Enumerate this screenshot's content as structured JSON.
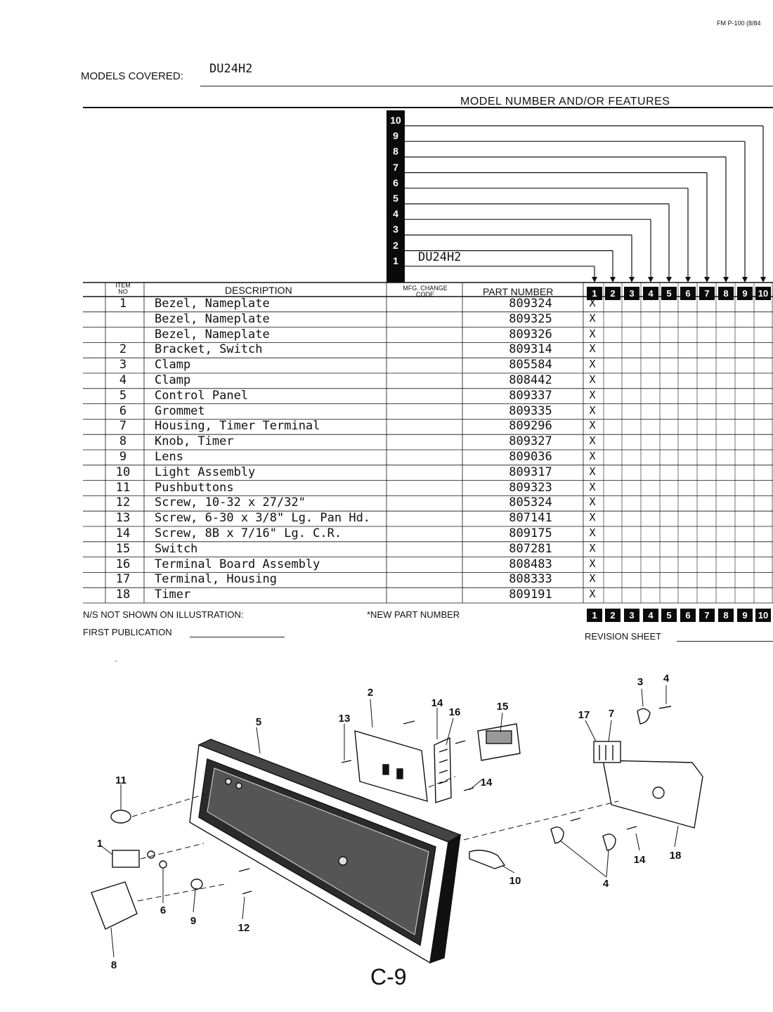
{
  "form_id": "FM P-100 (8/84",
  "models_covered": {
    "label": "MODELS COVERED:",
    "value": "DU24H2"
  },
  "features_title": "MODEL NUMBER AND/OR FEATURES",
  "model_columns": [
    "1",
    "2",
    "3",
    "4",
    "5",
    "6",
    "7",
    "8",
    "9",
    "10"
  ],
  "column_models": {
    "col1": "DU24H2"
  },
  "table_headers": {
    "item_no": [
      "ITEM",
      "NO"
    ],
    "description": "DESCRIPTION",
    "mfg_change": [
      "MFG. CHANGE",
      "CODE"
    ],
    "part_number": "PART NUMBER"
  },
  "rows": [
    {
      "item": "1",
      "description": "Bezel, Nameplate",
      "part": "809324",
      "mark": "X"
    },
    {
      "item": "",
      "description": "Bezel, Nameplate",
      "part": "809325",
      "mark": "X"
    },
    {
      "item": "",
      "description": "Bezel, Nameplate",
      "part": "809326",
      "mark": "X"
    },
    {
      "item": "2",
      "description": "Bracket, Switch",
      "part": "809314",
      "mark": "X"
    },
    {
      "item": "3",
      "description": "Clamp",
      "part": "805584",
      "mark": "X"
    },
    {
      "item": "4",
      "description": "Clamp",
      "part": "808442",
      "mark": "X"
    },
    {
      "item": "5",
      "description": "Control Panel",
      "part": "809337",
      "mark": "X"
    },
    {
      "item": "6",
      "description": "Grommet",
      "part": "809335",
      "mark": "X"
    },
    {
      "item": "7",
      "description": "Housing, Timer Terminal",
      "part": "809296",
      "mark": "X"
    },
    {
      "item": "8",
      "description": "Knob, Timer",
      "part": "809327",
      "mark": "X"
    },
    {
      "item": "9",
      "description": "Lens",
      "part": "809036",
      "mark": "X"
    },
    {
      "item": "10",
      "description": "Light Assembly",
      "part": "809317",
      "mark": "X"
    },
    {
      "item": "11",
      "description": "Pushbuttons",
      "part": "809323",
      "mark": "X"
    },
    {
      "item": "12",
      "description": "Screw, 10-32 x 27/32\"",
      "part": "805324",
      "mark": "X"
    },
    {
      "item": "13",
      "description": "Screw, 6-30 x 3/8\" Lg. Pan Hd.",
      "part": "807141",
      "mark": "X"
    },
    {
      "item": "14",
      "description": "Screw, 8B x 7/16\" Lg. C.R.",
      "part": "809175",
      "mark": "X"
    },
    {
      "item": "15",
      "description": "Switch",
      "part": "807281",
      "mark": "X"
    },
    {
      "item": "16",
      "description": "Terminal Board Assembly",
      "part": "808483",
      "mark": "X"
    },
    {
      "item": "17",
      "description": "Terminal, Housing",
      "part": "808333",
      "mark": "X"
    },
    {
      "item": "18",
      "description": "Timer",
      "part": "809191",
      "mark": "X"
    }
  ],
  "footer": {
    "ns_note": "N/S NOT SHOWN ON ILLUSTRATION:",
    "new_part": "*NEW PART NUMBER",
    "first_publication": "FIRST PUBLICATION",
    "revision_sheet": "REVISION SHEET"
  },
  "diagram_callouts": [
    "1",
    "2",
    "3",
    "4",
    "4",
    "5",
    "6",
    "7",
    "8",
    "9",
    "10",
    "11",
    "12",
    "13",
    "14",
    "14",
    "14",
    "15",
    "16",
    "17",
    "18"
  ],
  "page_code": "C-9"
}
